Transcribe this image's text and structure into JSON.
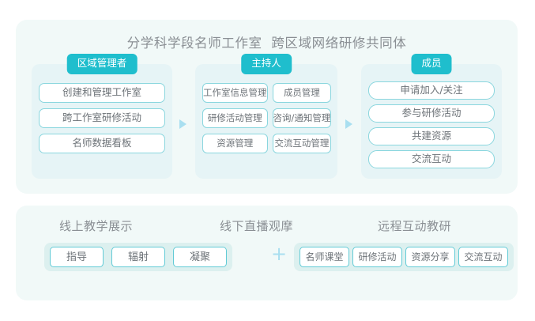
{
  "diagram": {
    "title": "分学科学段名师工作室  跨区域网络研修共同体",
    "accent_color": "#1fbecd",
    "panel_bg": "#f1f9f8",
    "column_bg": "#e6f4f6",
    "box_border": "#8ad6de",
    "arrow_color": "#a9dff0",
    "text_color": "#6d7378"
  },
  "roles": [
    {
      "badge": "区域管理者",
      "layout": "single",
      "items": [
        "创建和管理工作室",
        "跨工作室研修活动",
        "名师数据看板"
      ]
    },
    {
      "badge": "主持人",
      "layout": "grid2",
      "items": [
        "工作室信息管理",
        "成员管理",
        "研修活动管理",
        "咨询/通知管理",
        "资源管理",
        "交流互动管理"
      ]
    },
    {
      "badge": "成员",
      "layout": "single",
      "items": [
        "申请加入/关注",
        "参与研修活动",
        "共建资源",
        "交流互动"
      ]
    }
  ],
  "connectors": {
    "arrow_1": "flow-arrow-right",
    "arrow_2": "flow-arrow-right"
  },
  "modes": {
    "headings": [
      "线上教学展示",
      "线下直播观摩",
      "远程互动教研"
    ],
    "plus": "+",
    "left_group": [
      "指导",
      "辐射",
      "凝聚"
    ],
    "right_group": [
      "名师课堂",
      "研修活动",
      "资源分享",
      "交流互动"
    ]
  }
}
